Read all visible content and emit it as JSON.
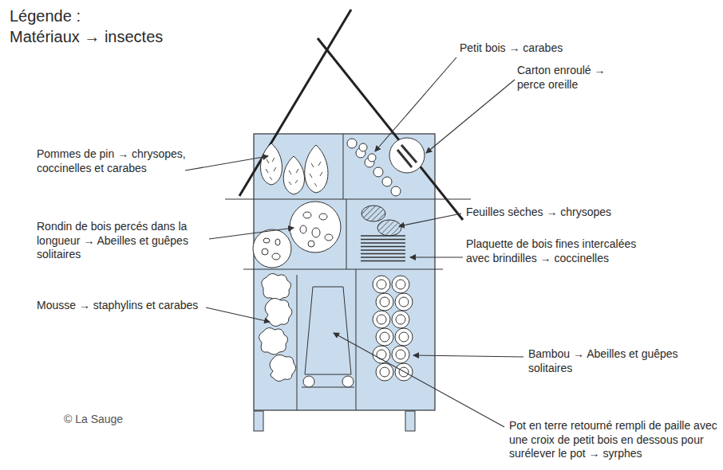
{
  "diagram": {
    "labels": [
      "Légende :",
      "Matériaux → insectes",
      "Petit bois → carabes",
      "Carton enroulé → perce oreille",
      "Pommes de pin → chrysopes, coccinelles et carabes",
      "Feuilles sèches → chrysopes",
      "Rondin de bois percés dans la longueur → Abeilles et guêpes solitaires",
      "Plaquette de bois fines intercalées avec brindilles → coccinelles",
      "Mousse → staphylins et carabes",
      "Bambou → Abeilles et guêpes solitaires",
      "Pot en terre retourné rempli de paille avec une croix de petit bois en dessous pour surélever le pot → syrphes",
      "© La Sauge"
    ]
  }
}
